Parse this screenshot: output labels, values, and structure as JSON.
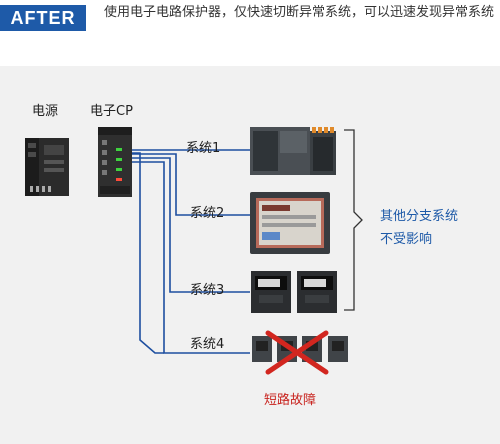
{
  "header": {
    "badge": "AFTER",
    "description": "使用电子电路保护器，仅快速切断异常系统，可以迅速发现异常系统"
  },
  "diagram": {
    "power_label": "电源",
    "cp_label": "电子CP",
    "systems": [
      {
        "label": "系统1"
      },
      {
        "label": "系统2"
      },
      {
        "label": "系统3"
      },
      {
        "label": "系统4"
      }
    ],
    "bracket_note_line1": "其他分支系统",
    "bracket_note_line2": "不受影响",
    "fault_label": "短路故障",
    "colors": {
      "line": "#1e4fa0",
      "accent": "#1e5aa8",
      "fault": "#c8231e",
      "ok_led": "#3fd23f"
    }
  }
}
